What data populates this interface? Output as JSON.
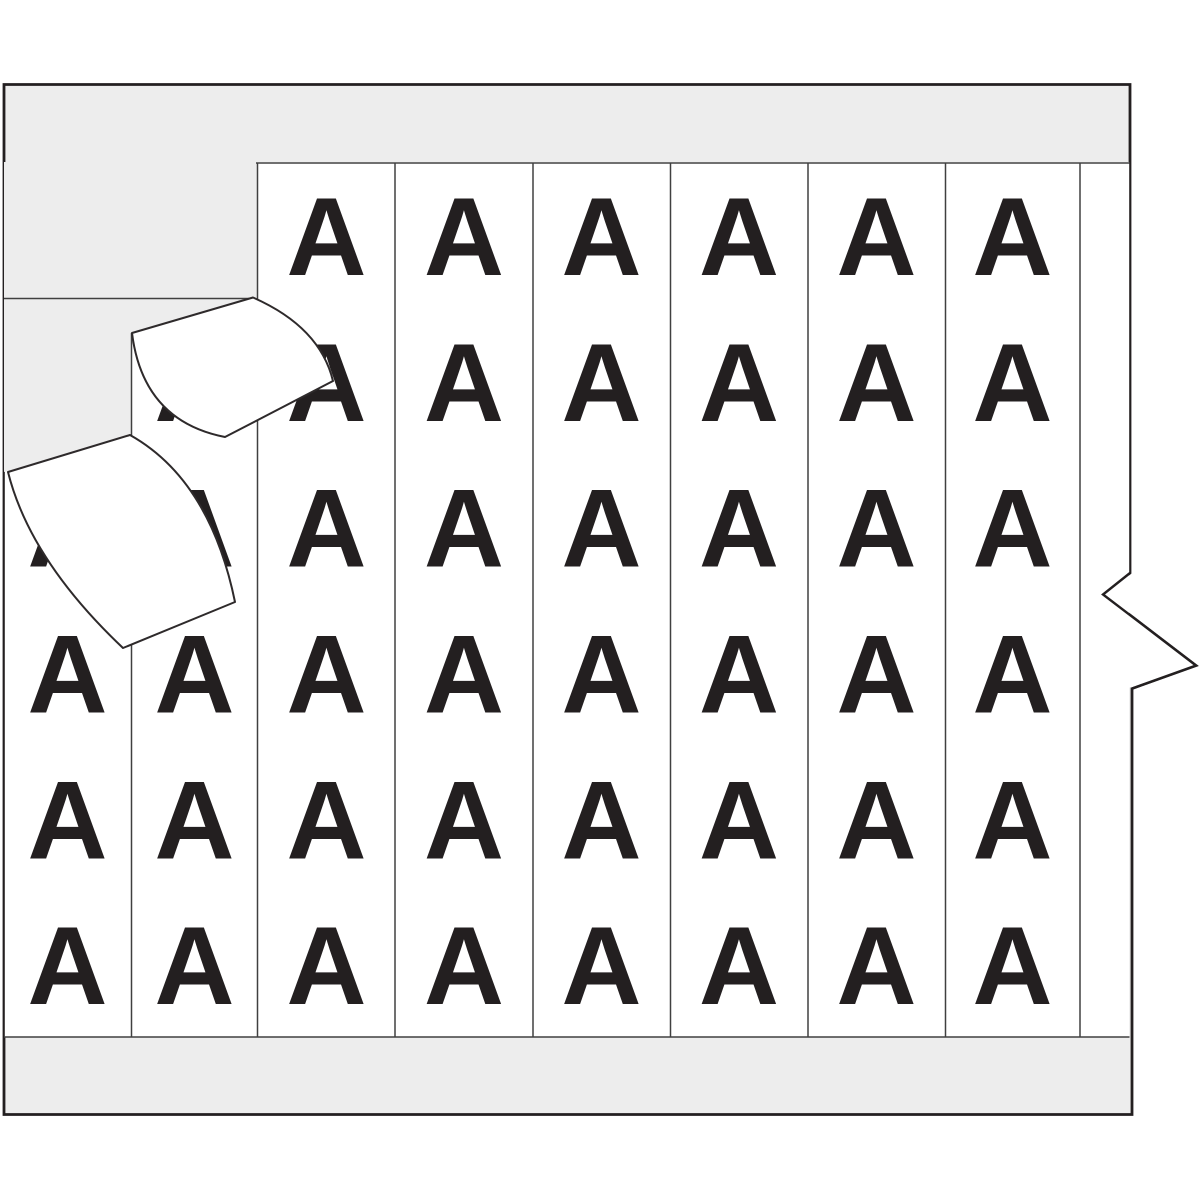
{
  "product": {
    "marker_letter": "A",
    "peeled_label_count": 2
  },
  "card": {
    "rows_per_column": 6,
    "columns": [
      {
        "id": "col-1",
        "letters": [
          "",
          "",
          "A",
          "A",
          "A",
          "A"
        ]
      },
      {
        "id": "col-2",
        "letters": [
          "",
          "A",
          "A",
          "A",
          "A",
          "A"
        ]
      },
      {
        "id": "col-3",
        "letters": [
          "A",
          "A",
          "A",
          "A",
          "A",
          "A"
        ]
      },
      {
        "id": "col-4",
        "letters": [
          "A",
          "A",
          "A",
          "A",
          "A",
          "A"
        ]
      },
      {
        "id": "col-5",
        "letters": [
          "A",
          "A",
          "A",
          "A",
          "A",
          "A"
        ]
      },
      {
        "id": "col-6",
        "letters": [
          "A",
          "A",
          "A",
          "A",
          "A",
          "A"
        ]
      },
      {
        "id": "col-7",
        "letters": [
          "A",
          "A",
          "A",
          "A",
          "A",
          "A"
        ]
      },
      {
        "id": "col-8",
        "letters": [
          "A",
          "A",
          "A",
          "A",
          "A",
          "A"
        ]
      },
      {
        "id": "col-9",
        "letters": [
          "",
          "",
          "",
          "",
          "",
          ""
        ]
      }
    ],
    "colors": {
      "liner_gray": "#ededed",
      "label_white": "#ffffff",
      "ink_black": "#231f20",
      "divider_line": "#404040"
    }
  }
}
